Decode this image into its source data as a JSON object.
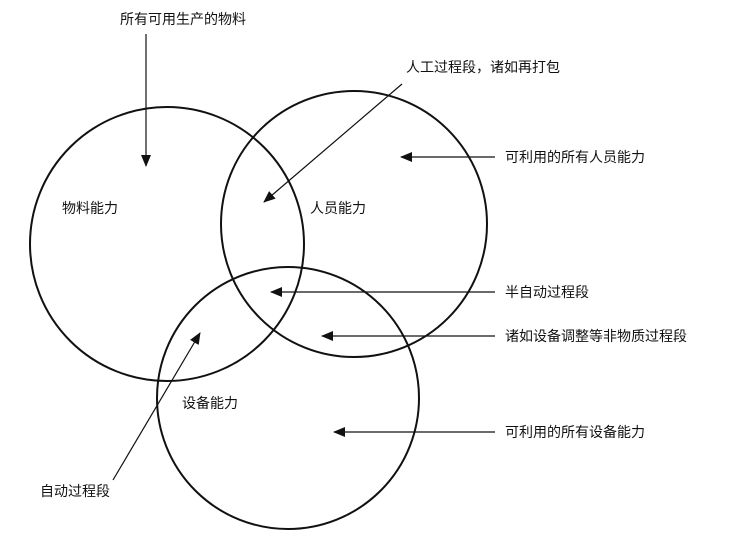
{
  "circles": {
    "material": "物料能力",
    "people": "人员能力",
    "equipment": "设备能力"
  },
  "annotations": {
    "all_materials": "所有可用生产的物料",
    "manual_process": "人工过程段，诸如再打包",
    "all_people": "可利用的所有人员能力",
    "semi_auto_process": "半自动过程段",
    "equipment_adjust": "诸如设备调整等非物质过程段",
    "all_equipment": "可利用的所有设备能力",
    "auto_process": "自动过程段"
  },
  "colors": {
    "line": "#111111",
    "background": "#ffffff"
  }
}
